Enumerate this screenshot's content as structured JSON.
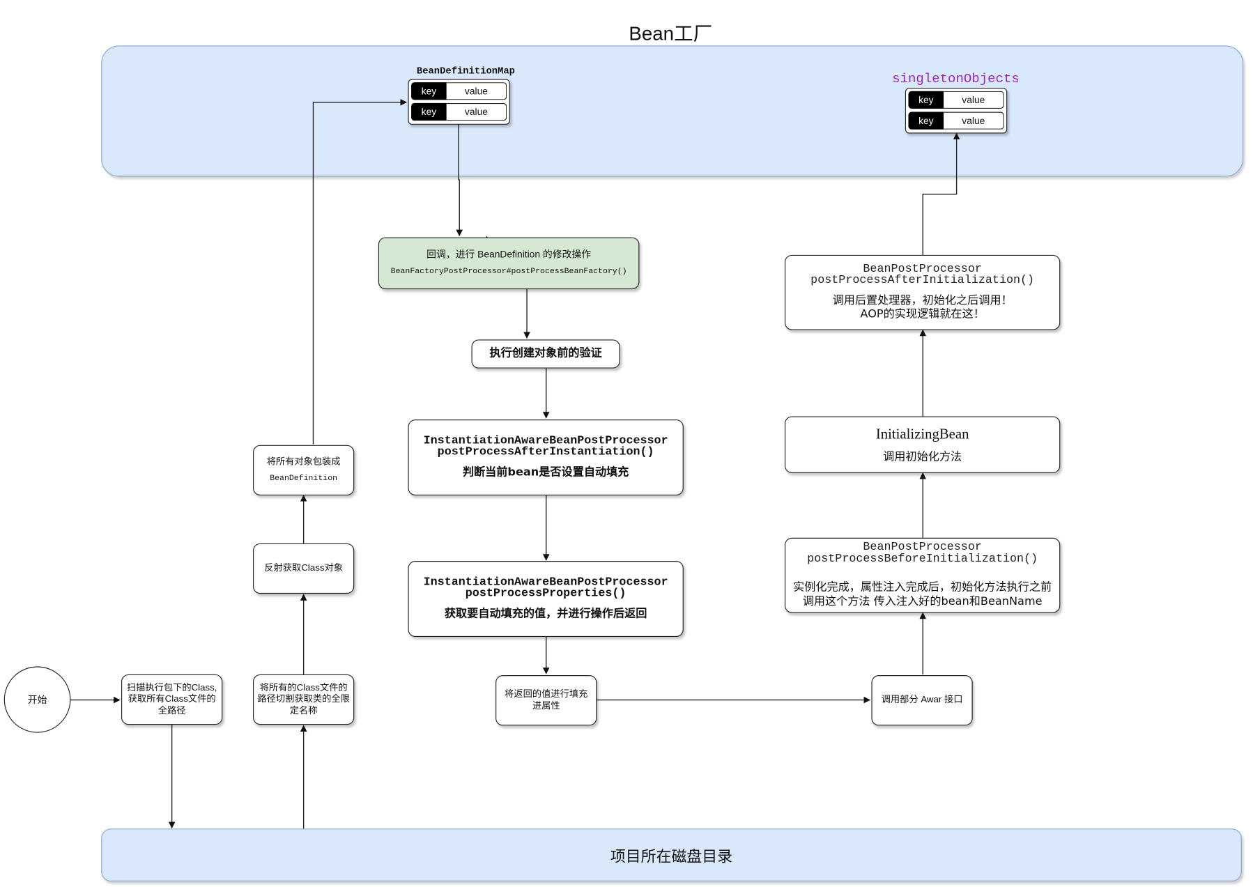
{
  "title": "Bean工厂",
  "disk_label": "项目所在磁盘目录",
  "start": "开始",
  "steps": {
    "scan": "扫描执行包下的Class,获取所有Class文件的全路径",
    "cut_path": "将所有的Class文件的路径切割获取类的全限定名称",
    "reflect": "反射获取Class对象",
    "wrap_1": "将所有对象包装成",
    "wrap_2": "BeanDefinition",
    "callback_1": "回调，进行 BeanDefinition 的修改操作",
    "callback_2": "BeanFactoryPostProcessor#postProcessBeanFactory()",
    "validate": "执行创建对象前的验证",
    "after_inst_1": "InstantiationAwareBeanPostProcessor",
    "after_inst_2": "postProcessAfterInstantiation()",
    "after_inst_3": "判断当前bean是否设置自动填充",
    "props_1": "InstantiationAwareBeanPostProcessor",
    "props_2": "postProcessProperties()",
    "props_3": "获取要自动填充的值，并进行操作后返回",
    "fill": "将返回的值进行填充进属性",
    "aware": "调用部分 Awar 接口",
    "before_init_1": "BeanPostProcessor",
    "before_init_2": "postProcessBeforeInitialization()",
    "before_init_3": "实例化完成，属性注入完成后，初始化方法执行之前",
    "before_init_4": "调用这个方法   传入注入好的bean和BeanName",
    "init_bean_1": "InitializingBean",
    "init_bean_2": "调用初始化方法",
    "after_init_1": "BeanPostProcessor",
    "after_init_2": "postProcessAfterInitialization()",
    "after_init_3": "调用后置处理器，初始化之后调用！",
    "after_init_4": "AOP的实现逻辑就在这！"
  },
  "bean_definition_map": {
    "label": "BeanDefinitionMap",
    "rows": [
      {
        "key": "key",
        "value": "value"
      },
      {
        "key": "key",
        "value": "value"
      }
    ]
  },
  "singleton_objects": {
    "label": "singletonObjects",
    "label_color": "#9c27b0",
    "rows": [
      {
        "key": "key",
        "value": "value"
      },
      {
        "key": "key",
        "value": "value"
      }
    ]
  },
  "colors": {
    "zone_fill": "#dae8fc",
    "callback_fill": "#d5e8d4"
  }
}
